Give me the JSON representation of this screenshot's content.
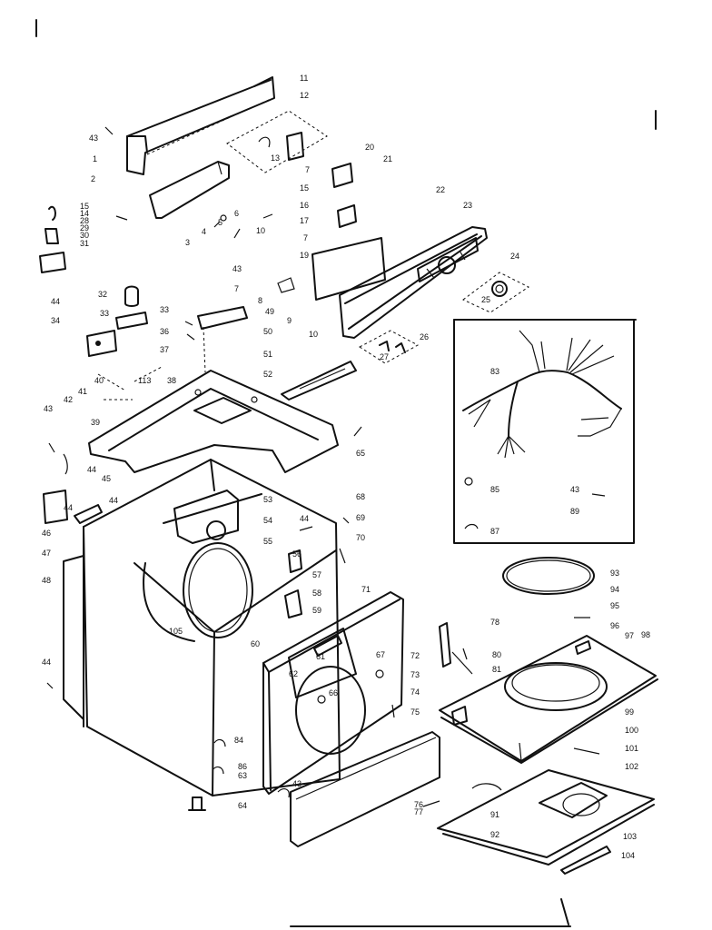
{
  "diagram": {
    "labels": {
      "n11": "11",
      "n12": "12",
      "n43a": "43",
      "n1": "1",
      "n2": "2",
      "n13": "13",
      "n7a": "7",
      "n15a": "15",
      "n16": "16",
      "n17": "17",
      "n7b": "7",
      "n19": "19",
      "n20": "20",
      "n21": "21",
      "n22": "22",
      "n23": "23",
      "n24": "24",
      "n25": "25",
      "n15b": "15",
      "n14": "14",
      "n28": "28",
      "n29": "29",
      "n30": "30",
      "n31": "31",
      "n3": "3",
      "n4": "4",
      "n5": "5",
      "n6": "6",
      "n10a": "10",
      "n43b": "43",
      "n7c": "7",
      "n8": "8",
      "n49": "49",
      "n9": "9",
      "n10b": "10",
      "n32": "32",
      "n44a": "44",
      "n33a": "33",
      "n34": "34",
      "n33b": "33",
      "n36": "36",
      "n37": "37",
      "n50": "50",
      "n51": "51",
      "n52": "52",
      "n26": "26",
      "n27": "27",
      "n40": "40",
      "n113": "113",
      "n38": "38",
      "n41": "41",
      "n42": "42",
      "n43c": "43",
      "n39": "39",
      "n83": "83",
      "n85": "85",
      "n43d": "43",
      "n89": "89",
      "n87": "87",
      "n65": "65",
      "n44b": "44",
      "n45": "45",
      "n44c": "44",
      "n44d": "44",
      "n46": "46",
      "n47": "47",
      "n48": "48",
      "n44e": "44",
      "n53": "53",
      "n54": "54",
      "n55": "55",
      "n68": "68",
      "n69": "69",
      "n70": "70",
      "n44f": "44",
      "n56": "56",
      "n57": "57",
      "n58": "58",
      "n59": "59",
      "n105": "105",
      "n71": "71",
      "n60": "60",
      "n61": "61",
      "n62": "62",
      "n66": "66",
      "n67": "67",
      "n72": "72",
      "n73": "73",
      "n74": "74",
      "n75": "75",
      "n78": "78",
      "n80": "80",
      "n81": "81",
      "n93": "93",
      "n94": "94",
      "n95": "95",
      "n96": "96",
      "n97": "97",
      "n98": "98",
      "n99": "99",
      "n100": "100",
      "n101": "101",
      "n102": "102",
      "n84a": "84",
      "n86": "86",
      "n63": "63",
      "n64": "64",
      "n43e": "43",
      "n76": "76",
      "n77": "77",
      "n91": "91",
      "n92": "92",
      "n103": "103",
      "n104": "104"
    }
  }
}
